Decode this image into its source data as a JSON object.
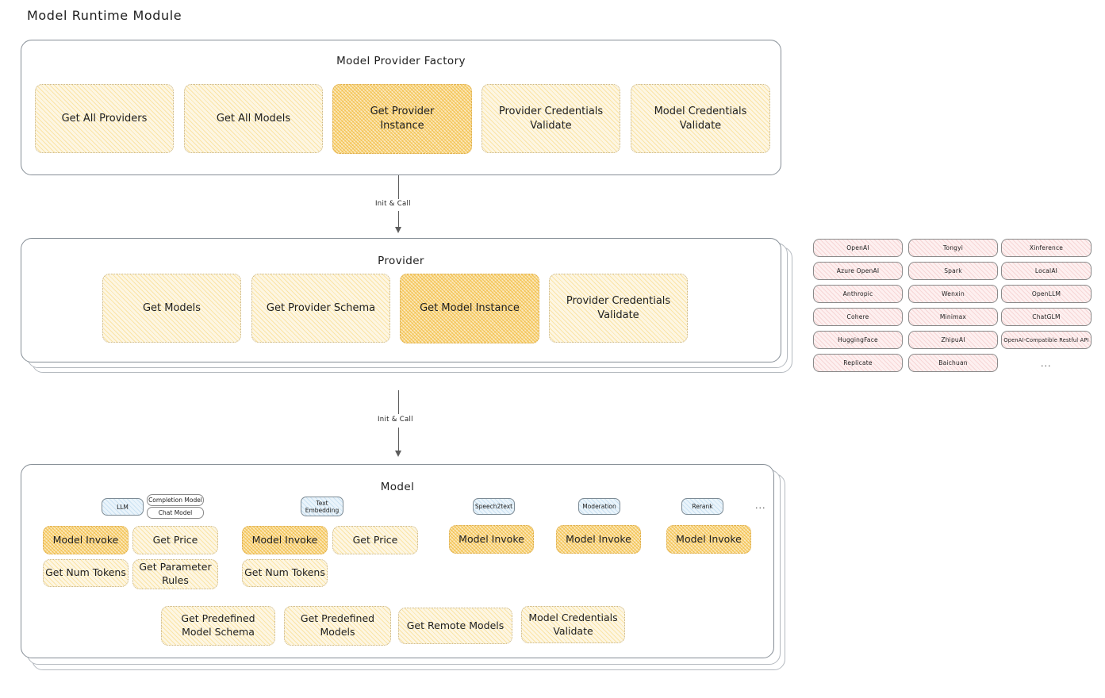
{
  "page": {
    "title": "Model Runtime Module"
  },
  "factory": {
    "title": "Model Provider Factory",
    "boxes": [
      {
        "label": "Get All Providers",
        "highlight": false
      },
      {
        "label": "Get All Models",
        "highlight": false
      },
      {
        "label": "Get Provider Instance",
        "highlight": true
      },
      {
        "label": "Provider Credentials Validate",
        "highlight": false
      },
      {
        "label": "Model Credentials Validate",
        "highlight": false
      }
    ]
  },
  "connectors": [
    {
      "label": "Init & Call"
    },
    {
      "label": "Init & Call"
    }
  ],
  "provider": {
    "title": "Provider",
    "boxes": [
      {
        "label": "Get Models",
        "highlight": false
      },
      {
        "label": "Get Provider Schema",
        "highlight": false
      },
      {
        "label": "Get Model Instance",
        "highlight": true
      },
      {
        "label": "Provider Credentials Validate",
        "highlight": false
      }
    ]
  },
  "provider_list": {
    "columns": [
      {
        "items": [
          "OpenAI",
          "Azure OpenAI",
          "Anthropic",
          "Cohere",
          "HuggingFace",
          "Replicate"
        ]
      },
      {
        "items": [
          "Tongyi",
          "Spark",
          "Wenxin",
          "Minimax",
          "ZhipuAI",
          "Baichuan"
        ]
      },
      {
        "items": [
          "Xinference",
          "LocalAI",
          "OpenLLM",
          "ChatGLM",
          "OpenAI-Compatible Restful API"
        ]
      }
    ],
    "more": "..."
  },
  "model": {
    "title": "Model",
    "more": "...",
    "types": [
      {
        "name": "LLM",
        "sub_types": [
          "Completion Model",
          "Chat Model"
        ],
        "methods": [
          "Model Invoke",
          "Get Price",
          "Get Num Tokens",
          "Get Parameter Rules"
        ]
      },
      {
        "name": "Text Embedding",
        "sub_types": [],
        "methods": [
          "Model Invoke",
          "Get Price",
          "Get Num Tokens"
        ]
      },
      {
        "name": "Speech2text",
        "sub_types": [],
        "methods": [
          "Model Invoke"
        ]
      },
      {
        "name": "Moderation",
        "sub_types": [],
        "methods": [
          "Model Invoke"
        ]
      },
      {
        "name": "Rerank",
        "sub_types": [],
        "methods": [
          "Model Invoke"
        ]
      }
    ],
    "common_methods": [
      "Get Predefined Model Schema",
      "Get Predefined Models",
      "Get Remote Models",
      "Model Credentials Validate"
    ]
  },
  "colors": {
    "box_fill": "#fdf6e3",
    "box_highlight_fill": "#fbe9bf",
    "pill_pink_fill": "#fdf0f0",
    "pill_blue_fill": "#eaf4fb",
    "stroke": "#868e96",
    "text": "#1e1e1e"
  }
}
